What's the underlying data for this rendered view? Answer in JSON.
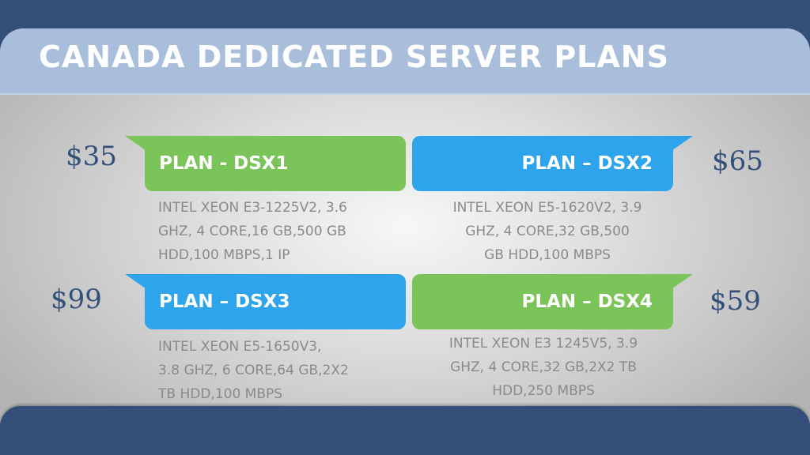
{
  "header": {
    "title": "CANADA DEDICATED SERVER PLANS"
  },
  "colors": {
    "green": "#7bc45a",
    "blue": "#2ea4ec",
    "navy": "#34507a",
    "title_bar": "#a9bedb"
  },
  "plans": [
    {
      "price": "$35",
      "name": "PLAN - DSX1",
      "color": "green",
      "specs": [
        "INTEL XEON E3-1225V2, 3.6",
        "GHZ, 4 CORE,16 GB,500 GB",
        "HDD,100 MBPS,1 IP"
      ]
    },
    {
      "price": "$65",
      "name": "PLAN – DSX2",
      "color": "blue",
      "specs": [
        "INTEL XEON E5-1620V2, 3.9",
        "GHZ, 4 CORE,32 GB,500",
        "GB HDD,100 MBPS"
      ]
    },
    {
      "price": "$99",
      "name": "PLAN – DSX3",
      "color": "blue",
      "specs": [
        "INTEL XEON E5-1650V3,",
        "3.8 GHZ, 6 CORE,64 GB,2X2",
        "TB HDD,100 MBPS"
      ]
    },
    {
      "price": "$59",
      "name": "PLAN – DSX4",
      "color": "green",
      "specs": [
        "INTEL XEON E3 1245V5, 3.9",
        "GHZ, 4 CORE,32 GB,2X2 TB",
        "HDD,250 MBPS"
      ]
    }
  ]
}
